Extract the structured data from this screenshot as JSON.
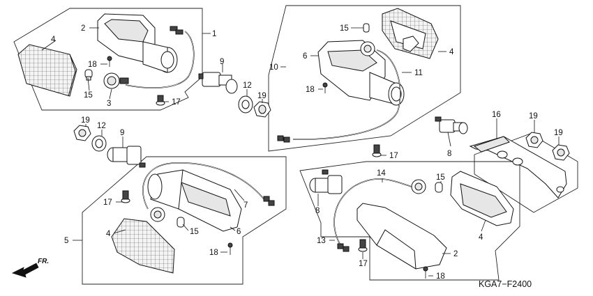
{
  "diagram": {
    "code": "KGA7−F2400",
    "front_label": "FR.",
    "callouts": [
      {
        "id": "c1",
        "text": "1"
      },
      {
        "id": "c2",
        "text": "2"
      },
      {
        "id": "c3",
        "text": "3"
      },
      {
        "id": "c4",
        "text": "4"
      },
      {
        "id": "c9",
        "text": "9"
      },
      {
        "id": "c12",
        "text": "12"
      },
      {
        "id": "c15",
        "text": "15"
      },
      {
        "id": "c17",
        "text": "17"
      },
      {
        "id": "c18",
        "text": "18"
      },
      {
        "id": "c19",
        "text": "19"
      },
      {
        "id": "c10",
        "text": "10"
      },
      {
        "id": "c15b",
        "text": "15"
      },
      {
        "id": "c6",
        "text": "6"
      },
      {
        "id": "c4b",
        "text": "4"
      },
      {
        "id": "c11",
        "text": "11"
      },
      {
        "id": "c18b",
        "text": "18"
      },
      {
        "id": "c16",
        "text": "16"
      },
      {
        "id": "c19b",
        "text": "19"
      },
      {
        "id": "c19c",
        "text": "19"
      },
      {
        "id": "c8",
        "text": "8"
      },
      {
        "id": "c17b",
        "text": "17"
      },
      {
        "id": "c19d",
        "text": "19"
      },
      {
        "id": "c12b",
        "text": "12"
      },
      {
        "id": "c9b",
        "text": "9"
      },
      {
        "id": "c17c",
        "text": "17"
      },
      {
        "id": "c7",
        "text": "7"
      },
      {
        "id": "c5",
        "text": "5"
      },
      {
        "id": "c4c",
        "text": "4"
      },
      {
        "id": "c15c",
        "text": "15"
      },
      {
        "id": "c6b",
        "text": "6"
      },
      {
        "id": "c18c",
        "text": "18"
      },
      {
        "id": "c14",
        "text": "14"
      },
      {
        "id": "c15d",
        "text": "15"
      },
      {
        "id": "c8b",
        "text": "8"
      },
      {
        "id": "c13",
        "text": "13"
      },
      {
        "id": "c17d",
        "text": "17"
      },
      {
        "id": "c2b",
        "text": "2"
      },
      {
        "id": "c4d",
        "text": "4"
      },
      {
        "id": "c18d",
        "text": "18"
      }
    ]
  }
}
